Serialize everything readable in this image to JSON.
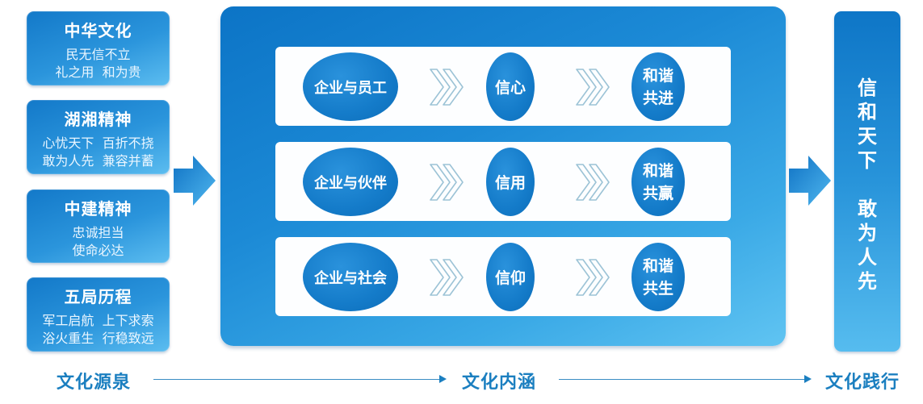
{
  "sources": [
    {
      "title": "中华文化",
      "lines": [
        "民无信不立",
        "礼之用  和为贵"
      ]
    },
    {
      "title": "湖湘精神",
      "lines": [
        "心忧天下  百折不挠",
        "敢为人先  兼容并蓄"
      ]
    },
    {
      "title": "中建精神",
      "lines": [
        "忠诚担当",
        "使命必达"
      ]
    },
    {
      "title": "五局历程",
      "lines": [
        "军工启航  上下求索",
        "浴火重生  行稳致远"
      ]
    }
  ],
  "connotation": {
    "rows": [
      {
        "subject": "企业与员工",
        "value": "信心",
        "outcome_lines": [
          "和谐",
          "共进"
        ]
      },
      {
        "subject": "企业与伙伴",
        "value": "信用",
        "outcome_lines": [
          "和谐",
          "共赢"
        ]
      },
      {
        "subject": "企业与社会",
        "value": "信仰",
        "outcome_lines": [
          "和谐",
          "共生"
        ]
      }
    ]
  },
  "practice": {
    "phrase1": [
      "信",
      "和",
      "天",
      "下"
    ],
    "phrase2": [
      "敢",
      "为",
      "人",
      "先"
    ]
  },
  "flow": {
    "stage1": "文化源泉",
    "stage2": "文化内涵",
    "stage3": "文化践行"
  },
  "colors": {
    "primary_blue": "#147bc9",
    "light_blue": "#5cbdf0",
    "label_blue": "#1b7fc0"
  }
}
